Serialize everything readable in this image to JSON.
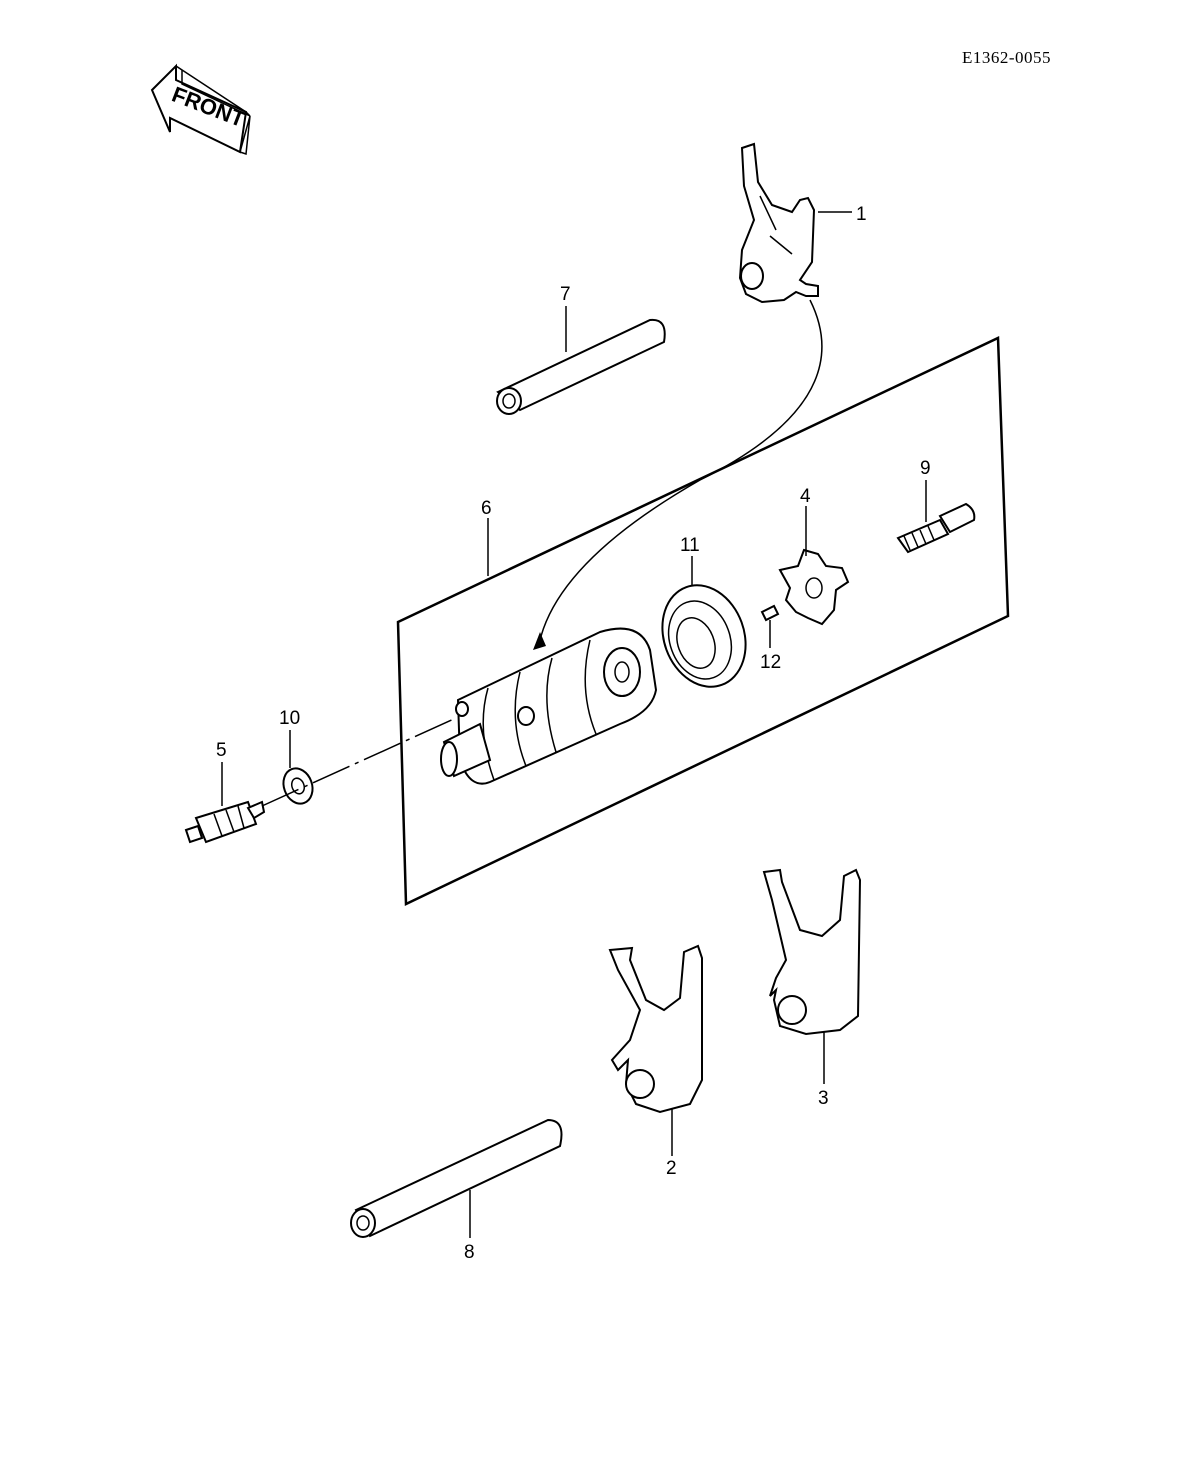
{
  "reference_code": "E1362-0055",
  "front_label": "FRONT",
  "callouts": {
    "c1": "1",
    "c2": "2",
    "c3": "3",
    "c4": "4",
    "c5": "5",
    "c6": "6",
    "c7": "7",
    "c8": "8",
    "c9": "9",
    "c10": "10",
    "c11": "11",
    "c12": "12"
  }
}
